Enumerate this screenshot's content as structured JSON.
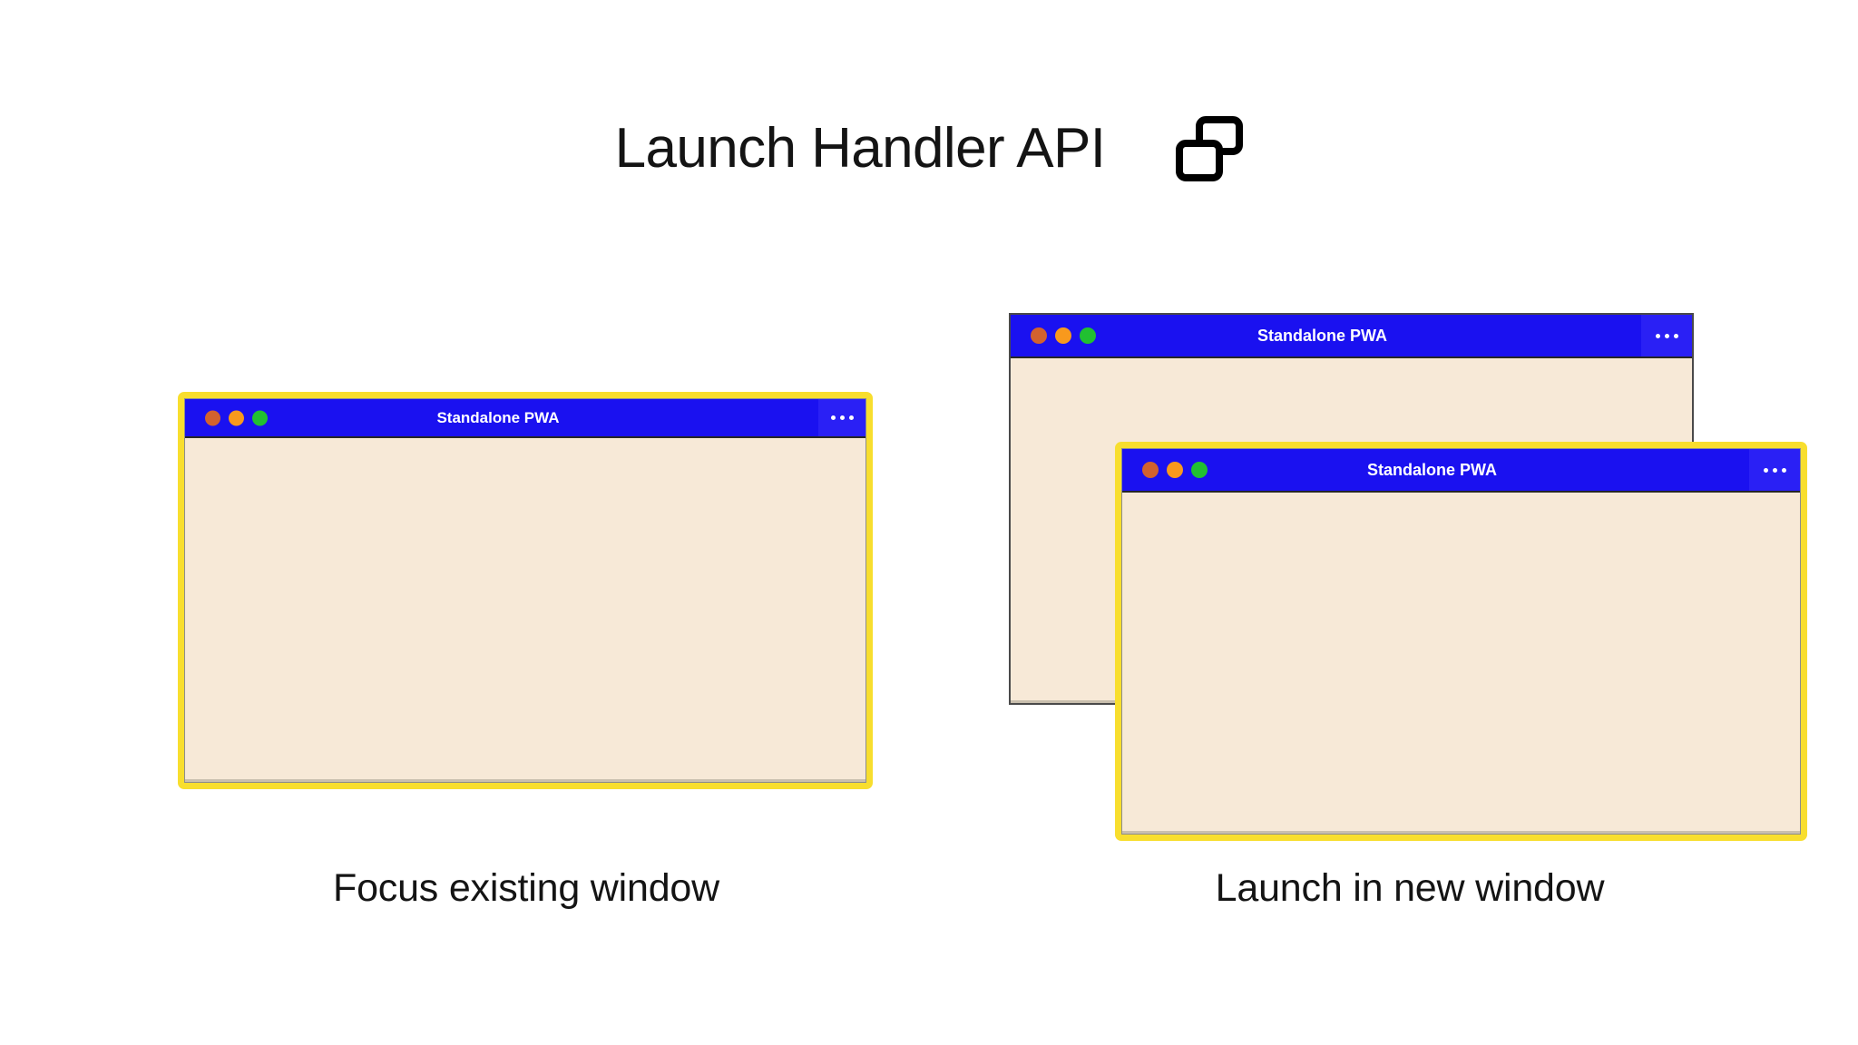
{
  "header": {
    "title": "Launch Handler API",
    "icon": "multi-window-icon"
  },
  "windows": {
    "focus_existing": {
      "title": "Standalone PWA",
      "menu_icon": "overflow-menu-icon",
      "highlighted": true,
      "traffic_lights": [
        "close-red",
        "minimize-yellow",
        "maximize-green"
      ]
    },
    "background": {
      "title": "Standalone PWA",
      "menu_icon": "overflow-menu-icon",
      "highlighted": false,
      "traffic_lights": [
        "close-red",
        "minimize-yellow",
        "maximize-green"
      ]
    },
    "new_window": {
      "title": "Standalone PWA",
      "menu_icon": "overflow-menu-icon",
      "highlighted": true,
      "traffic_lights": [
        "close-red",
        "minimize-yellow",
        "maximize-green"
      ]
    }
  },
  "captions": {
    "left": "Focus existing window",
    "right": "Launch in new window"
  },
  "colors": {
    "titlebar_blue": "#1a11f0",
    "menu_blue": "#2a20f5",
    "window_body": "#f7e9d7",
    "highlight_yellow": "#f8de2e",
    "dot_red": "#d2622e",
    "dot_yellow": "#f8991d",
    "dot_green": "#21c031",
    "text_black": "#141414",
    "background": "#ffffff"
  }
}
